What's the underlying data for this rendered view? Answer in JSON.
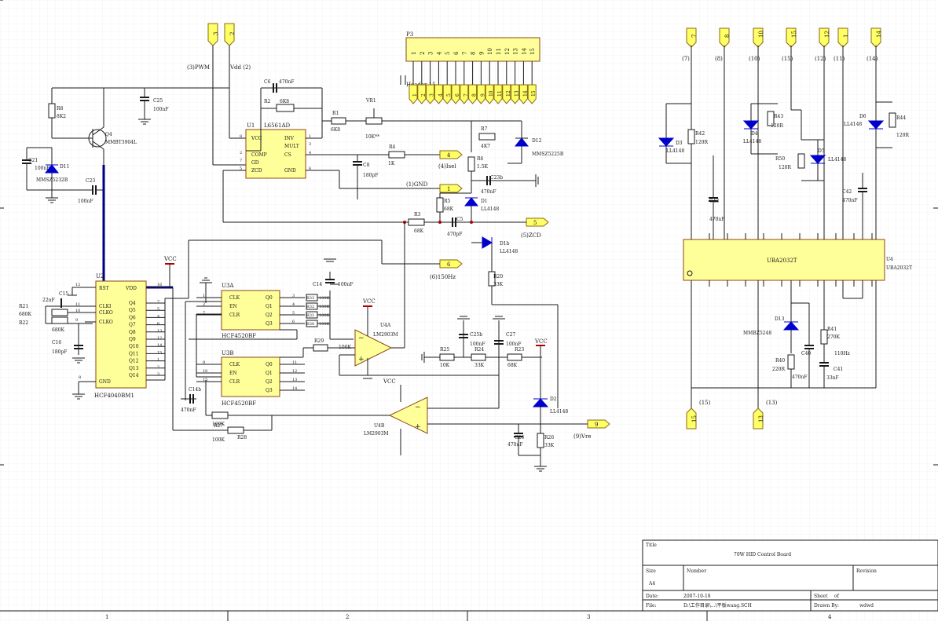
{
  "title_block": {
    "title_label": "Title",
    "title_value": "70W HID Control Board",
    "size_label": "Size",
    "size_value": "A4",
    "number_label": "Number",
    "revision_label": "Revision",
    "date_label": "Date:",
    "date_value": "2007-10-18",
    "sheet_label": "Sheet",
    "sheet_of": "of",
    "file_label": "File:",
    "file_value": "D:\\工作目录\\...\\平板wang.SCH",
    "drawn_label": "Drawn By:",
    "drawn_value": "wdwd"
  },
  "border": {
    "columns": [
      "1",
      "2",
      "3",
      "4"
    ]
  },
  "ports_top_left": [
    {
      "num": "3",
      "label": "(3)PWM"
    },
    {
      "num": "2",
      "label": "Vdd (2)"
    }
  ],
  "ports_top_right": [
    {
      "num": "7",
      "label": "(7)"
    },
    {
      "num": "8",
      "label": "(8)"
    },
    {
      "num": "10",
      "label": "(10)"
    },
    {
      "num": "15",
      "label": "(15)"
    },
    {
      "num": "12",
      "label": "(12)"
    },
    {
      "num": "1",
      "label": "(11)"
    },
    {
      "num": "14",
      "label": "(14)"
    }
  ],
  "ports_bottom_right": [
    {
      "num": "15",
      "label": "(15)"
    },
    {
      "num": "13",
      "label": "(13)"
    }
  ],
  "ports_mid": [
    {
      "num": "4",
      "label": "(4)Isel"
    },
    {
      "num": "1",
      "label": "(1)GND"
    },
    {
      "num": "5",
      "label": "(5)ZCD"
    },
    {
      "num": "6",
      "label": "(6)150Hz"
    },
    {
      "num": "9",
      "label": "(9)Vre"
    }
  ],
  "header": {
    "ref": "P3",
    "name": "Header 15",
    "pins": [
      "1",
      "2",
      "3",
      "4",
      "5",
      "6",
      "7",
      "8",
      "9",
      "10",
      "11",
      "12",
      "13",
      "14",
      "15"
    ]
  },
  "u1": {
    "ref": "U1",
    "part": "L6561AD",
    "left_pins": [
      {
        "n": "8",
        "t": "VCC"
      },
      {
        "n": "2",
        "t": "COMP"
      },
      {
        "n": "7",
        "t": "GD"
      },
      {
        "n": "5",
        "t": "ZCD"
      }
    ],
    "right_pins": [
      {
        "n": "1",
        "t": "INV"
      },
      {
        "n": "3",
        "t": "MULT"
      },
      {
        "n": "4",
        "t": "CS"
      },
      {
        "n": "6",
        "t": "GND"
      }
    ]
  },
  "u2": {
    "ref": "U2",
    "part": "HCF4040BM1",
    "left_pins": [
      {
        "n": "11",
        "t": "RST"
      },
      {
        "n": "11",
        "t": "CLKI"
      },
      {
        "n": "10",
        "t": "CLKO"
      },
      {
        "n": "9",
        "t": "CLKO"
      }
    ],
    "top_pins": [
      {
        "n": "12",
        "t": "RST"
      },
      {
        "n": "16",
        "t": "VDD"
      }
    ],
    "right_pins": [
      {
        "n": "7",
        "t": "Q4"
      },
      {
        "n": "5",
        "t": "Q5"
      },
      {
        "n": "4",
        "t": "Q6"
      },
      {
        "n": "6",
        "t": "Q7"
      },
      {
        "n": "13",
        "t": "Q8"
      },
      {
        "n": "12",
        "t": "Q9"
      },
      {
        "n": "14",
        "t": "Q10"
      },
      {
        "n": "15",
        "t": "Q11"
      },
      {
        "n": "1",
        "t": "Q12"
      },
      {
        "n": "2",
        "t": "Q13"
      },
      {
        "n": "3",
        "t": "Q14"
      }
    ],
    "gnd_pin": {
      "n": "8",
      "t": "GND"
    }
  },
  "u3a": {
    "ref": "U3A",
    "part": "HCF4520BF",
    "left_pins": [
      {
        "n": "1",
        "t": "CLK"
      },
      {
        "n": "2",
        "t": "EN"
      },
      {
        "n": "7",
        "t": "CLR"
      }
    ],
    "right_pins": [
      {
        "n": "3",
        "t": "Q0"
      },
      {
        "n": "4",
        "t": "Q1"
      },
      {
        "n": "5",
        "t": "Q2"
      },
      {
        "n": "6",
        "t": "Q3"
      }
    ]
  },
  "u3b": {
    "ref": "U3B",
    "part": "HCF4520BF",
    "left_pins": [
      {
        "n": "9",
        "t": "CLK"
      },
      {
        "n": "10",
        "t": "EN"
      },
      {
        "n": "15",
        "t": "CLR"
      }
    ],
    "right_pins": [
      {
        "n": "11",
        "t": "Q0"
      },
      {
        "n": "12",
        "t": "Q1"
      },
      {
        "n": "13",
        "t": "Q2"
      },
      {
        "n": "14",
        "t": "Q3"
      }
    ]
  },
  "u4": {
    "ref": "U4",
    "part": "UBA2032T",
    "label": "UBA2032T"
  },
  "opamps": [
    {
      "ref": "U4A",
      "part": "LM2903M"
    },
    {
      "ref": "U4B",
      "part": "LM2903M"
    }
  ],
  "q4": {
    "ref": "Q4",
    "part": "MMBT3904L"
  },
  "resistors": [
    {
      "ref": "R8",
      "val": "8K2"
    },
    {
      "ref": "R2",
      "val": "6K8"
    },
    {
      "ref": "R1",
      "val": "6K8"
    },
    {
      "ref": "VR1",
      "val": "10K**"
    },
    {
      "ref": "R4",
      "val": "1K"
    },
    {
      "ref": "R7",
      "val": "4K7"
    },
    {
      "ref": "R6",
      "val": "1.5K"
    },
    {
      "ref": "R5",
      "val": "68K"
    },
    {
      "ref": "R3",
      "val": "68K"
    },
    {
      "ref": "R20",
      "val": "33K"
    },
    {
      "ref": "R21",
      "val": "680K"
    },
    {
      "ref": "R22",
      "val": "680K"
    },
    {
      "ref": "R33",
      "val": "100K"
    },
    {
      "ref": "R32",
      "val": "100K"
    },
    {
      "ref": "R31",
      "val": "100K"
    },
    {
      "ref": "R30",
      "val": "100K"
    },
    {
      "ref": "R29",
      "val": "100K"
    },
    {
      "ref": "R25",
      "val": "10K"
    },
    {
      "ref": "R24",
      "val": "33K"
    },
    {
      "ref": "R23",
      "val": "68K"
    },
    {
      "ref": "R27",
      "val": "100K"
    },
    {
      "ref": "R28",
      "val": "100K"
    },
    {
      "ref": "R26",
      "val": "33K"
    },
    {
      "ref": "R42",
      "val": "120R"
    },
    {
      "ref": "R43",
      "val": "120R"
    },
    {
      "ref": "R50",
      "val": "120R"
    },
    {
      "ref": "R44",
      "val": "120R"
    },
    {
      "ref": "R40",
      "val": "220R"
    },
    {
      "ref": "R41",
      "val": "270K"
    }
  ],
  "capacitors": [
    {
      "ref": "C25",
      "val": "100nF"
    },
    {
      "ref": "C6",
      "val": "470nF"
    },
    {
      "ref": "C21",
      "val": "100nF"
    },
    {
      "ref": "C23",
      "val": "100nF"
    },
    {
      "ref": "C8",
      "val": "180pF"
    },
    {
      "ref": "C23b",
      "val": "470nF"
    },
    {
      "ref": "C5",
      "val": "470pF"
    },
    {
      "ref": "C15",
      "val": "22nF"
    },
    {
      "ref": "C16",
      "val": "180pF"
    },
    {
      "ref": "C14",
      "val": "100nF"
    },
    {
      "ref": "C14b",
      "val": "470nF"
    },
    {
      "ref": "C25b",
      "val": "100nF"
    },
    {
      "ref": "C27",
      "val": "100nF"
    },
    {
      "ref": "C26",
      "val": "470nF"
    },
    {
      "ref": "C43",
      "val": "470nF"
    },
    {
      "ref": "C42",
      "val": "470nF"
    },
    {
      "ref": "C40",
      "val": "470nF"
    },
    {
      "ref": "C41",
      "val": "33nF"
    }
  ],
  "diodes": [
    {
      "ref": "D11",
      "val": "MMSZ5232B"
    },
    {
      "ref": "D12",
      "val": "MMSZ5225B"
    },
    {
      "ref": "D1",
      "val": "LL4148"
    },
    {
      "ref": "D1b",
      "val": "LL4148"
    },
    {
      "ref": "D2",
      "val": "LL4148"
    },
    {
      "ref": "D3",
      "val": "LL4148"
    },
    {
      "ref": "D4",
      "val": "LL4148"
    },
    {
      "ref": "D5",
      "val": "LL4148"
    },
    {
      "ref": "D6",
      "val": "LL4148"
    },
    {
      "ref": "D13",
      "val": "MMBZ5248"
    }
  ],
  "misc_labels": {
    "vcc": "VCC",
    "freq": "110Hz"
  }
}
